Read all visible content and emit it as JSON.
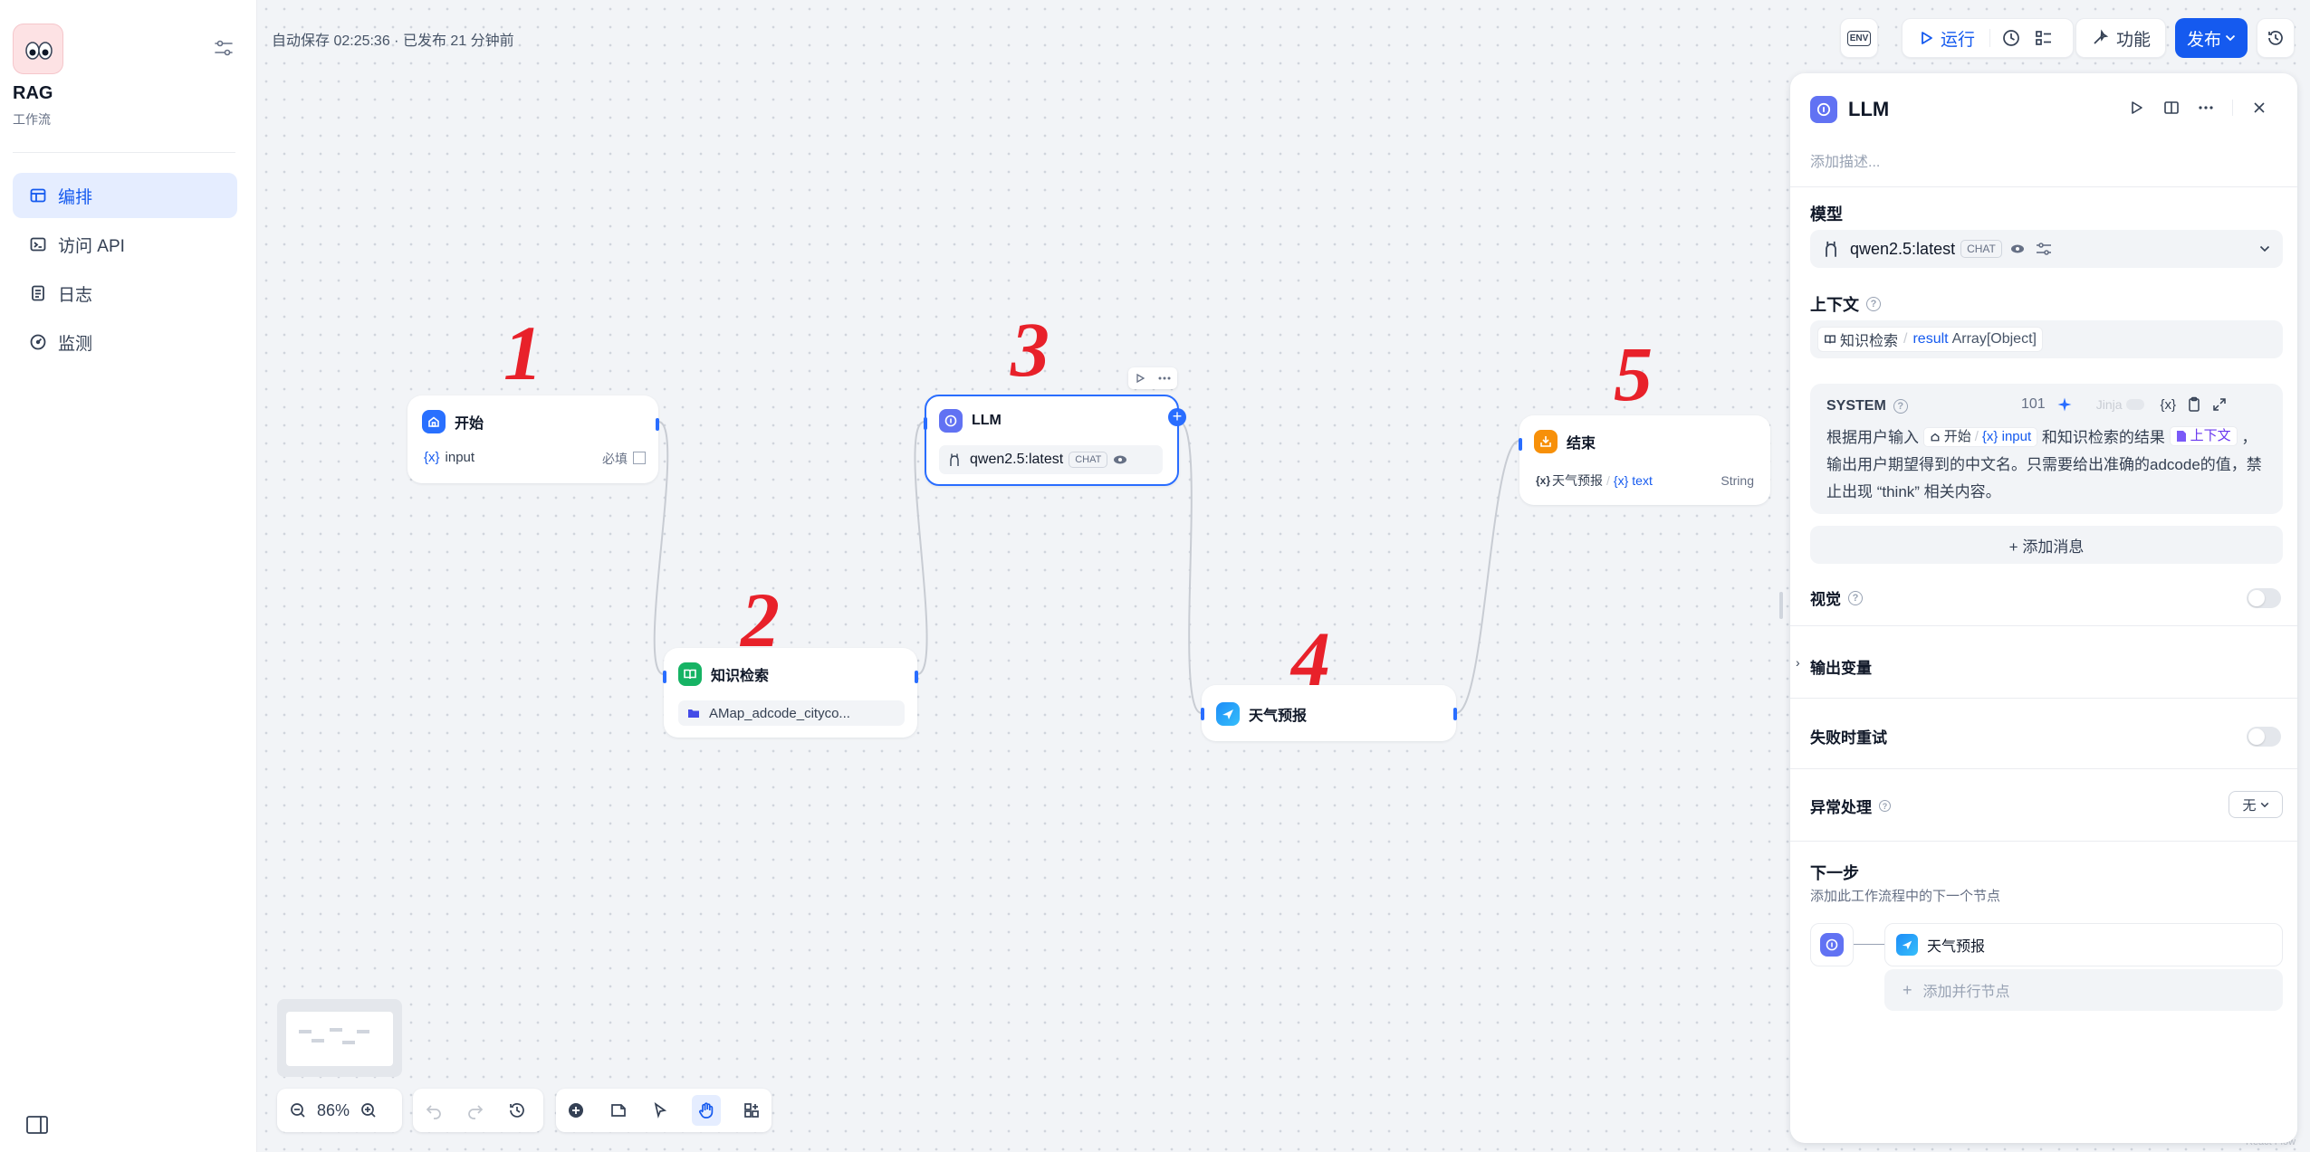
{
  "app": {
    "name": "RAG",
    "type": "工作流"
  },
  "sidebar": {
    "items": [
      {
        "label": "编排",
        "icon": "layout-icon",
        "active": true
      },
      {
        "label": "访问 API",
        "icon": "terminal-icon"
      },
      {
        "label": "日志",
        "icon": "log-icon"
      },
      {
        "label": "监测",
        "icon": "monitor-icon"
      }
    ]
  },
  "header": {
    "autosave": "自动保存 02:25:36 · 已发布 21 分钟前",
    "env_label": "ENV",
    "run_label": "运行",
    "features_label": "功能",
    "publish_label": "发布"
  },
  "annotations": [
    "1",
    "2",
    "3",
    "4",
    "5"
  ],
  "nodes": {
    "start": {
      "title": "开始",
      "var_prefix": "{x}",
      "var": "input",
      "required": "必填"
    },
    "knowledge": {
      "title": "知识检索",
      "dataset": "AMap_adcode_cityco..."
    },
    "llm": {
      "title": "LLM",
      "model": "qwen2.5:latest",
      "badge": "CHAT"
    },
    "weather": {
      "title": "天气预报"
    },
    "end": {
      "title": "结束",
      "src": "天气预报",
      "var_prefix": "{x}",
      "var": "text",
      "type": "String"
    }
  },
  "zoom": {
    "label": "86%"
  },
  "panel": {
    "title": "LLM",
    "description_placeholder": "添加描述...",
    "model_label": "模型",
    "model_name": "qwen2.5:latest",
    "model_badge": "CHAT",
    "context_label": "上下文",
    "context_source": "知识检索",
    "context_var": "result",
    "context_type": "Array[Object]",
    "system_label": "SYSTEM",
    "token_count": "101",
    "jinja_label": "Jinja",
    "prompt": {
      "p1": "根据用户输入",
      "start_ref": "开始",
      "var_ref": "{x} input",
      "p2": "和知识检索的结果",
      "ctx_ref": "上下文",
      "p3": "，输出用户期望得到的中文名。只需要给出准确的adcode的值，禁止出现 “think” 相关内容。"
    },
    "add_message": "+ 添加消息",
    "vision_label": "视觉",
    "output_vars_label": "输出变量",
    "retry_label": "失败时重试",
    "error_label": "异常处理",
    "error_value": "无",
    "next_label": "下一步",
    "next_desc": "添加此工作流程中的下一个节点",
    "next_node": "天气预报",
    "add_parallel": "添加并行节点"
  },
  "watermark": "React Flow",
  "colors": {
    "accent": "#155aef",
    "llm": "#6172f3",
    "start": "#2970ff",
    "knowledge": "#16b364",
    "end": "#f79009",
    "annotation": "#e8212a"
  }
}
